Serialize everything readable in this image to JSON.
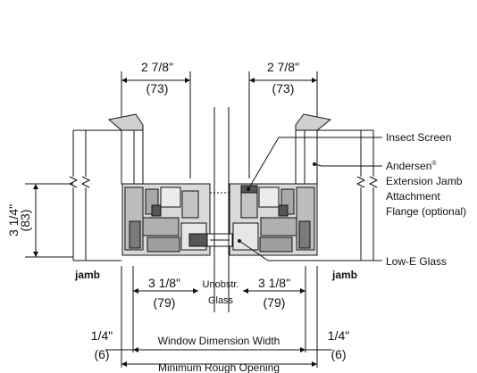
{
  "top_dimensions": {
    "left": {
      "frac": "2 7/8\"",
      "mm": "(73)"
    },
    "right": {
      "frac": "2 7/8\"",
      "mm": "(73)"
    }
  },
  "height_dimension": {
    "frac": "3 1/4\"",
    "mm": "(83)"
  },
  "callouts": {
    "insect_screen": "Insect Screen",
    "andersen_line1": "Andersen",
    "andersen_reg": "®",
    "andersen_line2": "Extension Jamb",
    "andersen_line3": "Attachment",
    "andersen_line4": "Flange (optional)",
    "low_e_glass": "Low-E Glass"
  },
  "jamb_labels": {
    "left": "jamb",
    "right": "jamb"
  },
  "bottom_dimensions": {
    "left": {
      "frac": "3 1/8\"",
      "mm": "(79)"
    },
    "center": {
      "line1": "Unobstr.",
      "line2": "Glass"
    },
    "right": {
      "frac": "3 1/8\"",
      "mm": "(79)"
    }
  },
  "edge_dimensions": {
    "left": {
      "frac": "1/4\"",
      "mm": "(6)"
    },
    "right": {
      "frac": "1/4\"",
      "mm": "(6)"
    }
  },
  "overall_dimensions": {
    "window_width": "Window Dimension Width",
    "rough_opening": "Minimum Rough Opening"
  }
}
